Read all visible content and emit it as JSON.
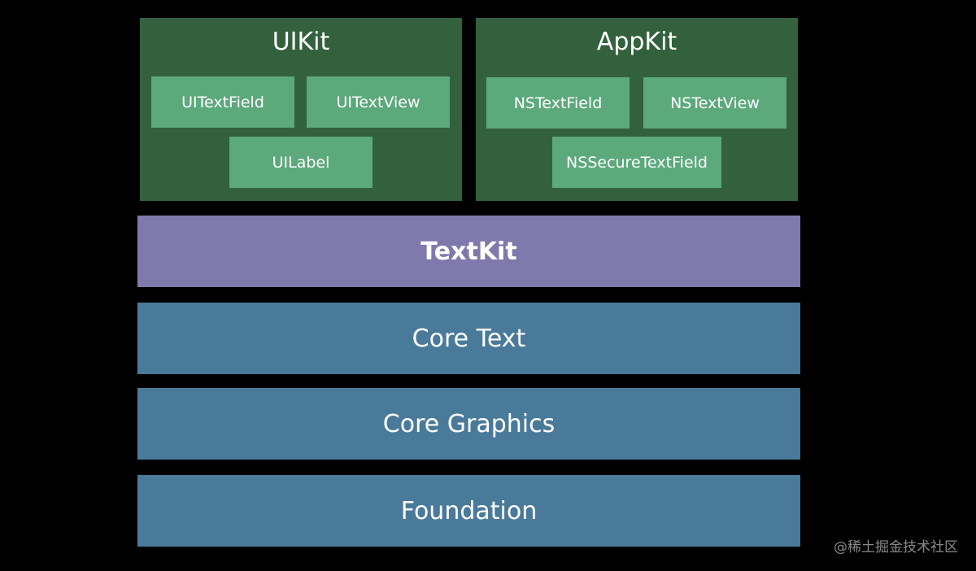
{
  "frameworks": [
    {
      "title": "UIKit",
      "components": [
        "UITextField",
        "UITextView",
        "UILabel"
      ]
    },
    {
      "title": "AppKit",
      "components": [
        "NSTextField",
        "NSTextView",
        "NSSecureTextField"
      ]
    }
  ],
  "layers": [
    "TextKit",
    "Core Text",
    "Core Graphics",
    "Foundation"
  ],
  "watermark": "@稀土掘金技术社区",
  "colors": {
    "background": "#000000",
    "framework_panel": "#34613d",
    "component_box": "#5ca97b",
    "textkit": "#8079ab",
    "system_layer": "#4a7a9a"
  }
}
